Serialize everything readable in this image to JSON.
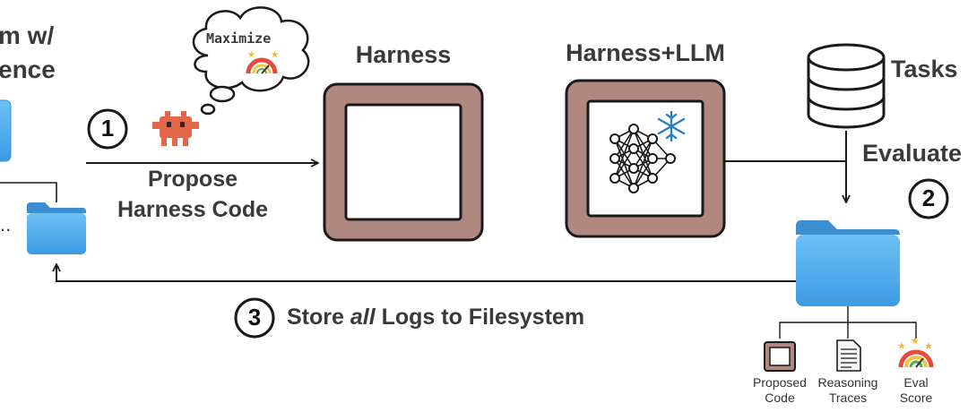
{
  "left_title": {
    "line1": "m w/",
    "line2": "ence"
  },
  "left_ellipsis": "..",
  "thought_bubble": {
    "label": "Maximize"
  },
  "step1": {
    "number": "1",
    "line1": "Propose",
    "line2": "Harness Code"
  },
  "harness": {
    "title": "Harness"
  },
  "harness_llm": {
    "title": "Harness+LLM"
  },
  "tasks": {
    "label": "Tasks"
  },
  "step2": {
    "number": "2",
    "label": "Evaluate"
  },
  "step3": {
    "number": "3",
    "before": "Store ",
    "emph": "all",
    "after": " Logs to Filesystem"
  },
  "outputs": [
    {
      "line1": "Proposed",
      "line2": "Code"
    },
    {
      "line1": "Reasoning",
      "line2": "Traces"
    },
    {
      "line1": "Eval",
      "line2": "Score"
    }
  ],
  "colors": {
    "frame": "#b08880",
    "folder": "#4fa7e8",
    "folder_dark": "#3b8fd0",
    "crab": "#e5674a",
    "line": "#1a1a1a"
  }
}
